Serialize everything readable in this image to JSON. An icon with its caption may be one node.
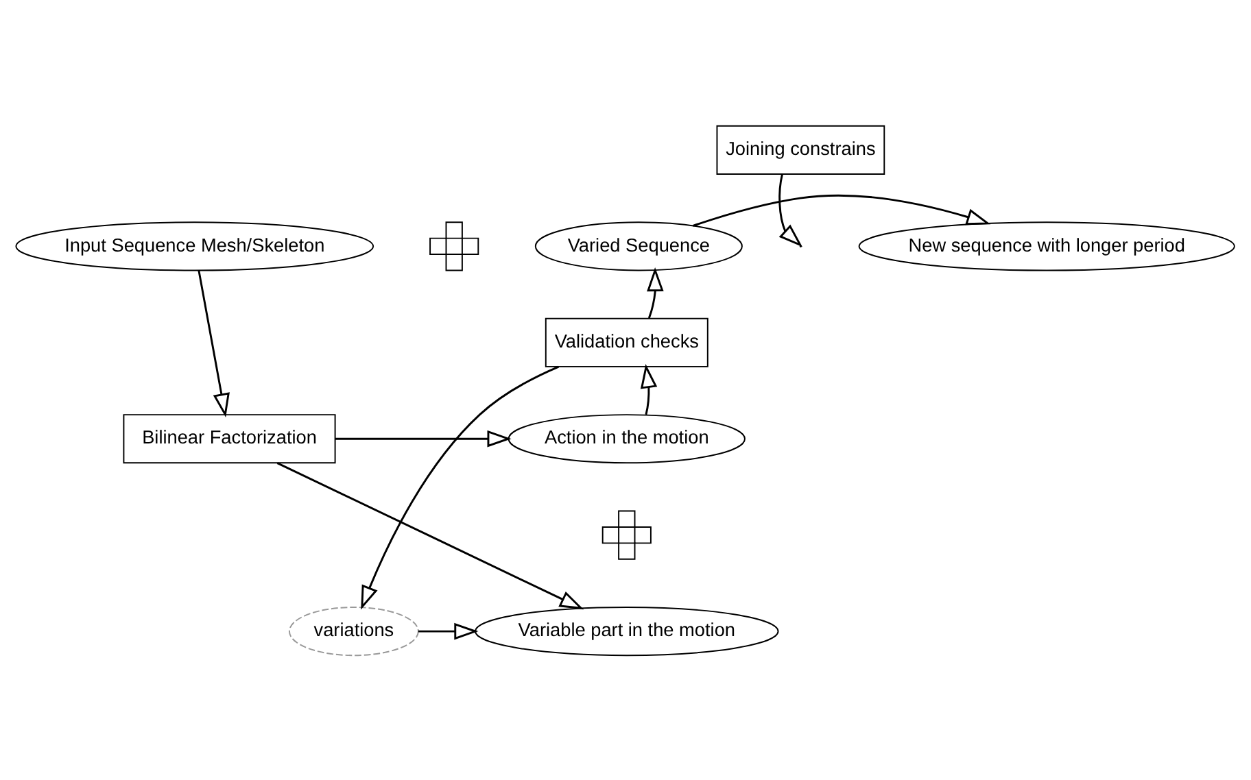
{
  "diagram": {
    "nodes": [
      {
        "text": [
          "Input Sequence Mesh/Skeleton"
        ]
      },
      {
        "text": [],
        "shape": "cross"
      },
      {
        "text": [
          "Joining constrains"
        ]
      },
      {
        "text": [
          "Varied Sequence"
        ]
      },
      {
        "text": [
          "New sequence with longer period"
        ]
      },
      {
        "text": [
          "Validation checks"
        ]
      },
      {
        "text": [
          "Bilinear Factorization"
        ]
      },
      {
        "text": [
          "Action in the motion"
        ]
      },
      {
        "text": [],
        "shape": "cross"
      },
      {
        "text": [
          "Variable part in the motion"
        ]
      },
      {
        "text": [
          "variations"
        ]
      }
    ],
    "edges": [
      {
        "from": 0,
        "to": 6,
        "arrow": "to"
      },
      {
        "from": 2,
        "to": null,
        "arrow": "to"
      },
      {
        "from": 3,
        "to": 4,
        "arrow": "to"
      },
      {
        "from": 5,
        "to": 3,
        "arrow": "to"
      },
      {
        "from": 7,
        "to": 5,
        "arrow": "to"
      },
      {
        "from": 6,
        "to": 7,
        "arrow": "to"
      },
      {
        "from": 6,
        "to": 9,
        "arrow": "to"
      },
      {
        "from": 10,
        "to": 9,
        "arrow": "to"
      },
      {
        "from": 5,
        "to": 10,
        "arrow": "to"
      }
    ]
  }
}
